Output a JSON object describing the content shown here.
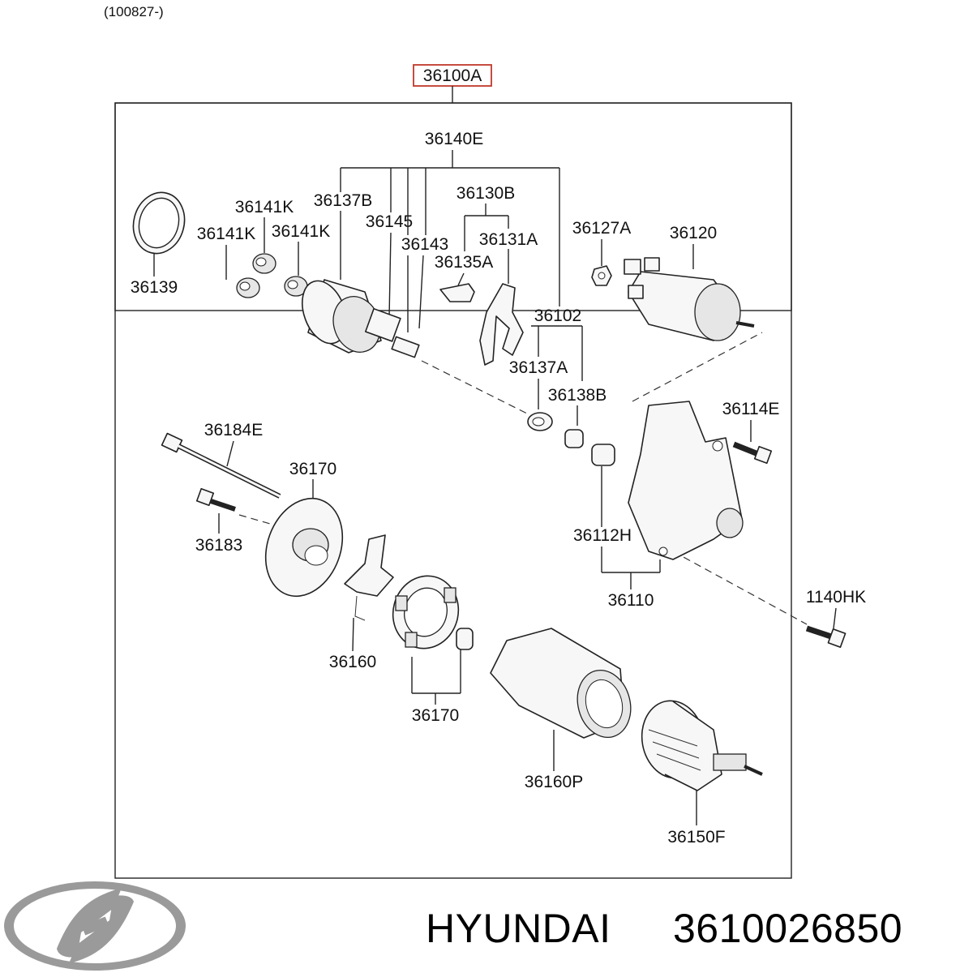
{
  "header": {
    "serial_range": "(100827-)"
  },
  "assembly": {
    "part_number": "36100A",
    "highlight_color": "#c0392b"
  },
  "callouts": [
    "36140E",
    "36137B",
    "36141K",
    "36141K",
    "36141K",
    "36145",
    "36143",
    "36139",
    "36130B",
    "36131A",
    "36135A",
    "36127A",
    "36120",
    "36102",
    "36137A",
    "36138B",
    "36114E",
    "36184E",
    "36170",
    "36183",
    "36112H",
    "36110",
    "1140HK",
    "36160",
    "36170",
    "36160P",
    "36150F"
  ],
  "footer": {
    "brand": "HYUNDAI",
    "part_number": "3610026850"
  },
  "brand_logo": {
    "icon": "hyundai-logo",
    "color": "#9a9a9a"
  }
}
